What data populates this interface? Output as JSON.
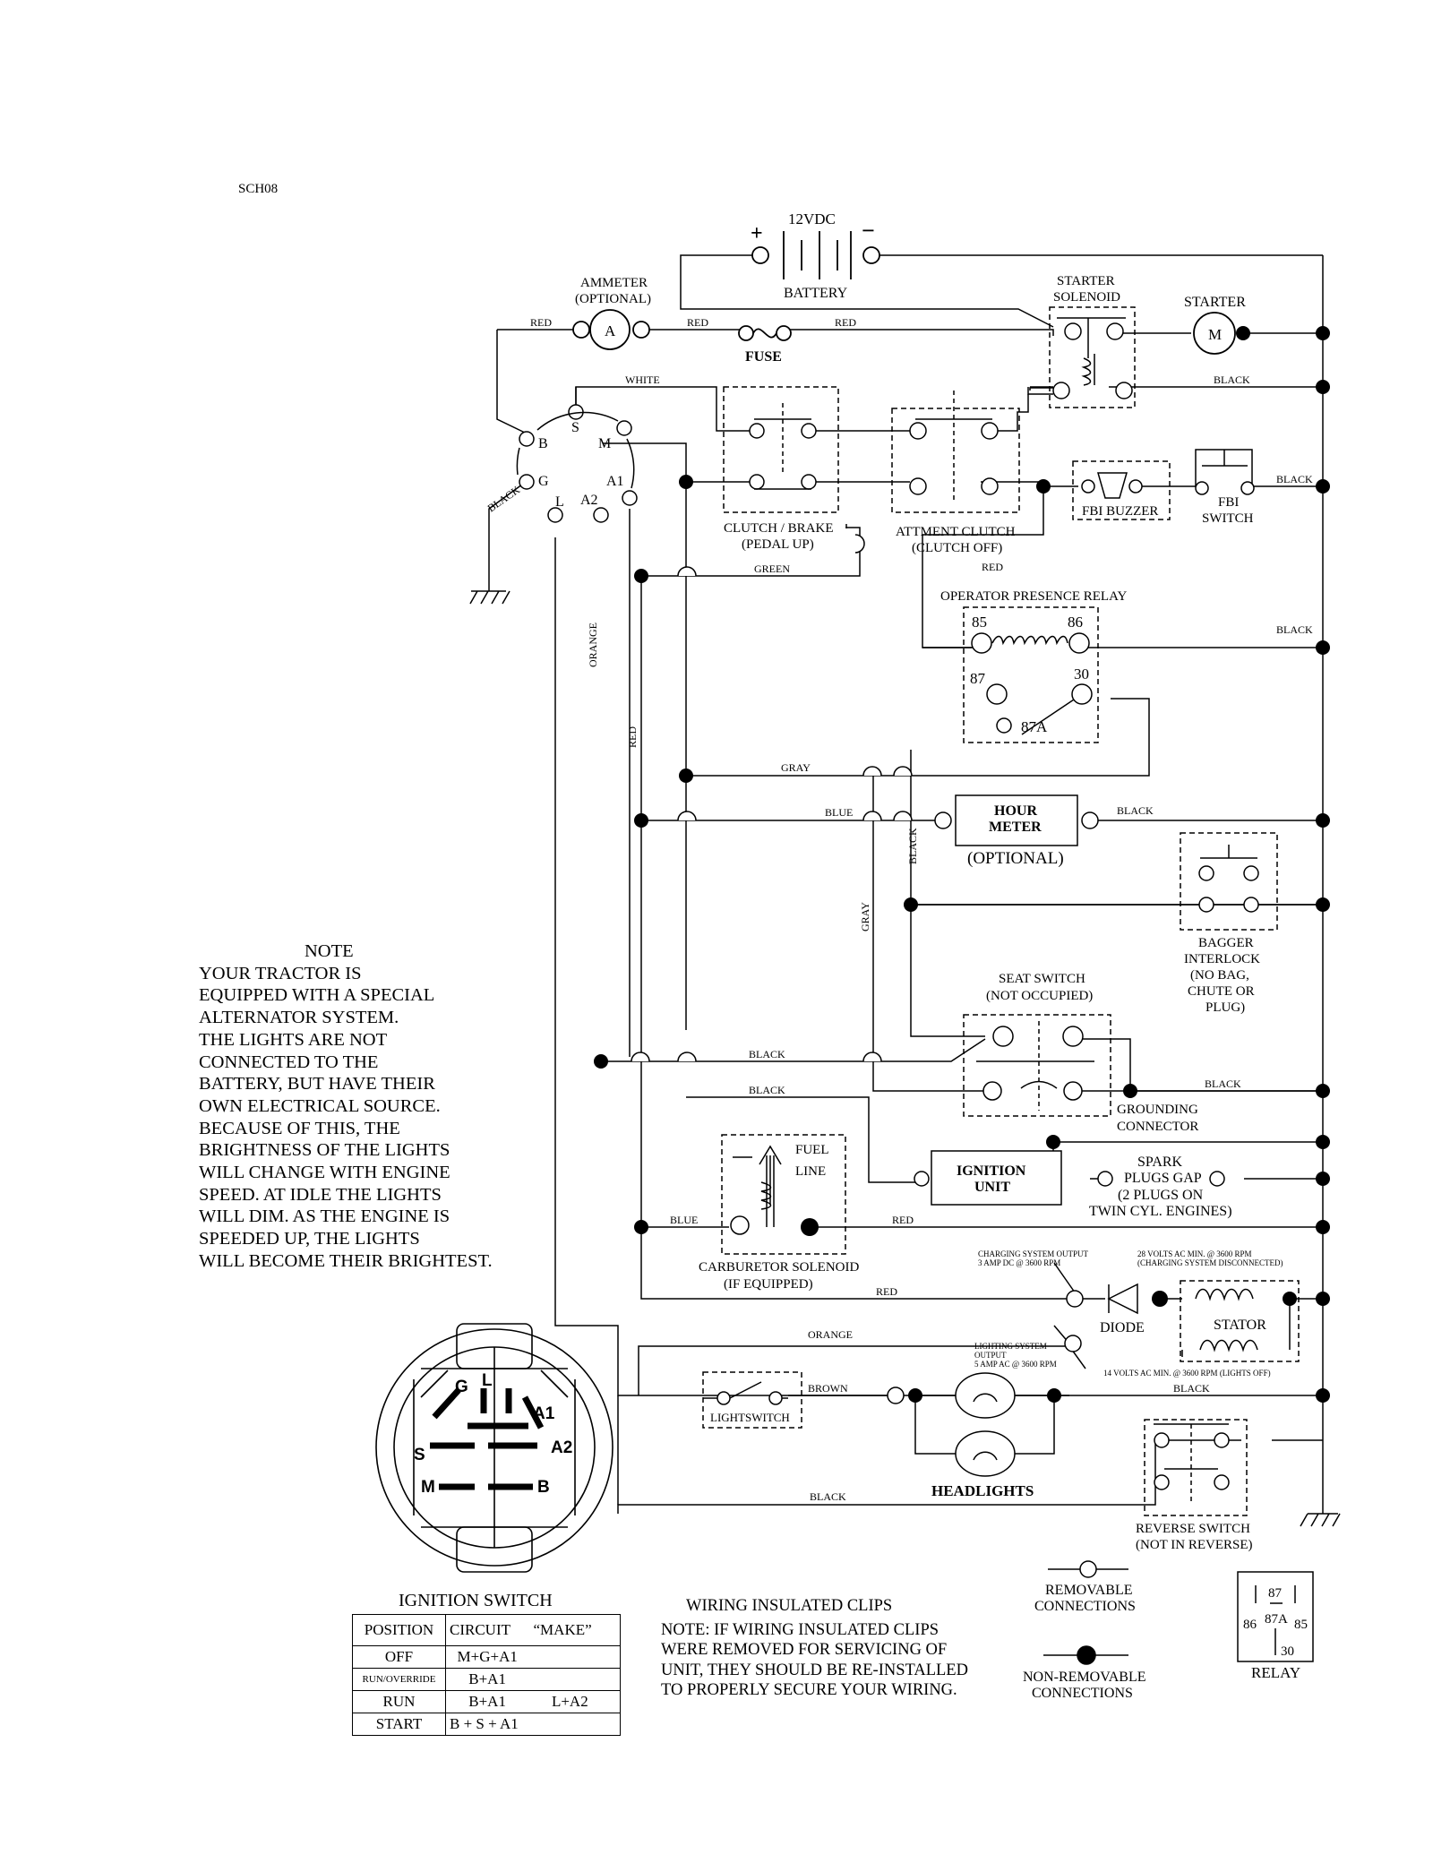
{
  "doc_id": "SCH08",
  "battery": {
    "label": "BATTERY",
    "voltage": "12VDC",
    "plus": "+",
    "minus": "−"
  },
  "ammeter": {
    "label": "AMMETER",
    "sub": "(OPTIONAL)",
    "symbol": "A"
  },
  "fuse": "FUSE",
  "starter_solenoid": {
    "line1": "STARTER",
    "line2": "SOLENOID"
  },
  "starter": {
    "label": "STARTER",
    "symbol": "M"
  },
  "wire_labels": {
    "red": "RED",
    "white": "WHITE",
    "black": "BLACK",
    "green": "GREEN",
    "orange": "ORANGE",
    "gray": "GRAY",
    "blue": "BLUE",
    "brown": "BROWN"
  },
  "switch_terminals": [
    "S",
    "M",
    "B",
    "G",
    "L",
    "A2",
    "A1"
  ],
  "clutch_brake": {
    "line1": "CLUTCH / BRAKE",
    "line2": "(PEDAL UP)"
  },
  "attachment_clutch": {
    "line1": "ATTMENT CLUTCH",
    "line2": "(CLUTCH OFF)"
  },
  "fbi_buzzer": "FBI BUZZER",
  "fbi_switch": {
    "line1": "FBI",
    "line2": "SWITCH"
  },
  "relay_box": {
    "label": "OPERATOR PRESENCE RELAY",
    "t85": "85",
    "t86": "86",
    "t87": "87",
    "t30": "30",
    "t87a": "87A"
  },
  "hour_meter": {
    "line1": "HOUR",
    "line2": "METER",
    "sub": "(OPTIONAL)"
  },
  "bagger": {
    "lines": [
      "BAGGER",
      "INTERLOCK",
      "(NO BAG,",
      "CHUTE OR",
      "PLUG)"
    ]
  },
  "seat_switch": {
    "line1": "SEAT SWITCH",
    "line2": "(NOT OCCUPIED)"
  },
  "grounding": {
    "line1": "GROUNDING",
    "line2": "CONNECTOR"
  },
  "ignition_unit": {
    "line1": "IGNITION",
    "line2": "UNIT"
  },
  "spark": {
    "lines": [
      "SPARK",
      "PLUGS GAP",
      "(2 PLUGS ON",
      "TWIN CYL. ENGINES)"
    ]
  },
  "fuel_line": {
    "line1": "FUEL",
    "line2": "LINE"
  },
  "carburetor": {
    "line1": "CARBURETOR SOLENOID",
    "line2": "(IF EQUIPPED)"
  },
  "charging_output": {
    "line1": "CHARGING SYSTEM OUTPUT",
    "line2": "3 AMP DC @ 3600 RPM"
  },
  "charging_ac": {
    "line1": "28 VOLTS AC MIN. @ 3600 RPM",
    "line2": "(CHARGING SYSTEM DISCONNECTED)"
  },
  "diode": "DIODE",
  "stator": "STATOR",
  "lighting_output": {
    "line1": "LIGHTING SYSTEM",
    "line2": "OUTPUT",
    "line3": "5 AMP AC @ 3600 RPM"
  },
  "lighting_ac": "14 VOLTS AC MIN. @ 3600 RPM (LIGHTS OFF)",
  "light_switch": "LIGHTSWITCH",
  "headlights": "HEADLIGHTS",
  "reverse_switch": {
    "line1": "REVERSE SWITCH",
    "line2": "(NOT IN REVERSE)"
  },
  "note": {
    "title": "NOTE",
    "lines": [
      "YOUR TRACTOR IS",
      "EQUIPPED WITH A SPECIAL",
      "ALTERNATOR SYSTEM.",
      "THE LIGHTS ARE NOT",
      "CONNECTED TO THE",
      "BATTERY, BUT HAVE THEIR",
      "OWN ELECTRICAL SOURCE.",
      "BECAUSE OF THIS, THE",
      "BRIGHTNESS OF THE LIGHTS",
      "WILL CHANGE WITH ENGINE",
      "SPEED.  AT IDLE THE LIGHTS",
      "WILL DIM.  AS THE ENGINE IS",
      "SPEEDED UP, THE LIGHTS",
      "WILL BECOME THEIR BRIGHTEST."
    ]
  },
  "ignition_switch": {
    "title": "IGNITION SWITCH",
    "face_labels": [
      "G",
      "L",
      "A1",
      "A2",
      "S",
      "M",
      "B"
    ],
    "headers": [
      "POSITION",
      "CIRCUIT",
      "“MAKE”"
    ],
    "rows": [
      {
        "position": "OFF",
        "circuit": "M+G+A1",
        "extra": ""
      },
      {
        "position": "RUN/OVERRIDE",
        "circuit": "B+A1",
        "extra": ""
      },
      {
        "position": "RUN",
        "circuit": "B+A1",
        "extra": "L+A2"
      },
      {
        "position": "START",
        "circuit": "B + S + A1",
        "extra": ""
      }
    ]
  },
  "clips_note": {
    "title": "WIRING INSULATED CLIPS",
    "lines": [
      "NOTE:  IF WIRING INSULATED CLIPS",
      "WERE REMOVED FOR SERVICING OF",
      " UNIT, THEY SHOULD BE RE-INSTALLED",
      "TO PROPERLY SECURE YOUR WIRING."
    ]
  },
  "legend": {
    "removable": {
      "line1": "REMOVABLE",
      "line2": "CONNECTIONS"
    },
    "nonremovable": {
      "line1": "NON-REMOVABLE",
      "line2": "CONNECTIONS"
    },
    "relay": {
      "label": "RELAY",
      "pins": [
        "87",
        "87A",
        "86",
        "85",
        "30"
      ]
    }
  }
}
